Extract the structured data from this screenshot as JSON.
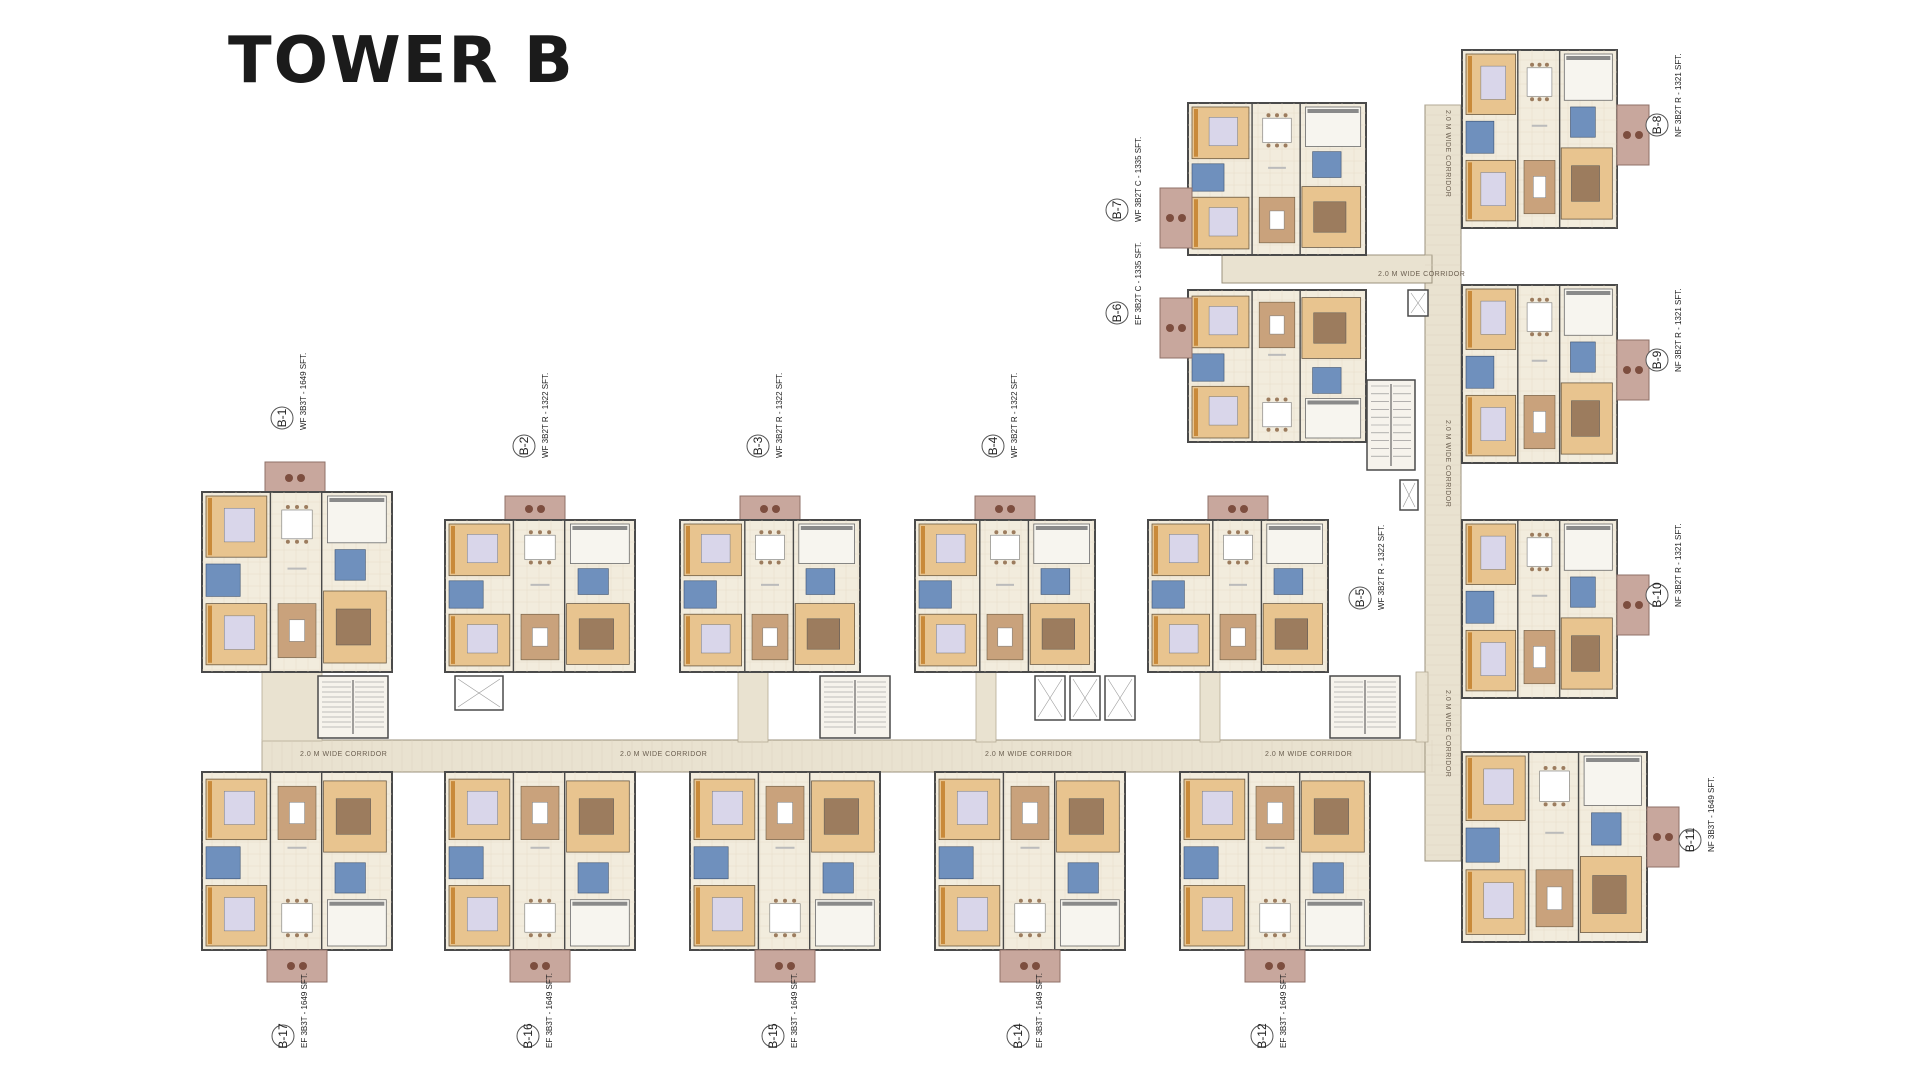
{
  "title": "TOWER B",
  "corridor_label": "2.0 M WIDE CORRIDOR",
  "colors": {
    "floor": "#f2ecdd",
    "corridor": "#e9e2d0",
    "wall": "#4a4a4a",
    "bath": "#6f90bd",
    "wood": "#c98a3a",
    "bed": "#d9d6ea",
    "sofa": "#9c7c5e",
    "balcony": "#c8a79d"
  },
  "units": [
    {
      "id": "B-1",
      "spec": "WF 3B3T - 1649 SFT."
    },
    {
      "id": "B-2",
      "spec": "WF 3B2T R - 1322 SFT."
    },
    {
      "id": "B-3",
      "spec": "WF 3B2T R - 1322 SFT."
    },
    {
      "id": "B-4",
      "spec": "WF 3B2T R - 1322 SFT."
    },
    {
      "id": "B-5",
      "spec": "WF 3B2T R - 1322 SFT."
    },
    {
      "id": "B-6",
      "spec": "EF 3B2T C - 1335 SFT."
    },
    {
      "id": "B-7",
      "spec": "WF 3B2T C - 1335 SFT."
    },
    {
      "id": "B-8",
      "spec": "NF 3B2T R - 1321 SFT."
    },
    {
      "id": "B-9",
      "spec": "NF 3B2T R - 1321 SFT."
    },
    {
      "id": "B-10",
      "spec": "NF 3B2T R - 1321 SFT."
    },
    {
      "id": "B-11",
      "spec": "NF 3B3T - 1649 SFT."
    },
    {
      "id": "B-12",
      "spec": "EF 3B3T - 1649 SFT."
    },
    {
      "id": "B-14",
      "spec": "EF 3B3T - 1649 SFT."
    },
    {
      "id": "B-15",
      "spec": "EF 3B3T - 1649 SFT."
    },
    {
      "id": "B-16",
      "spec": "EF 3B3T - 1649 SFT."
    },
    {
      "id": "B-17",
      "spec": "EF 3B3T - 1649 SFT."
    }
  ]
}
